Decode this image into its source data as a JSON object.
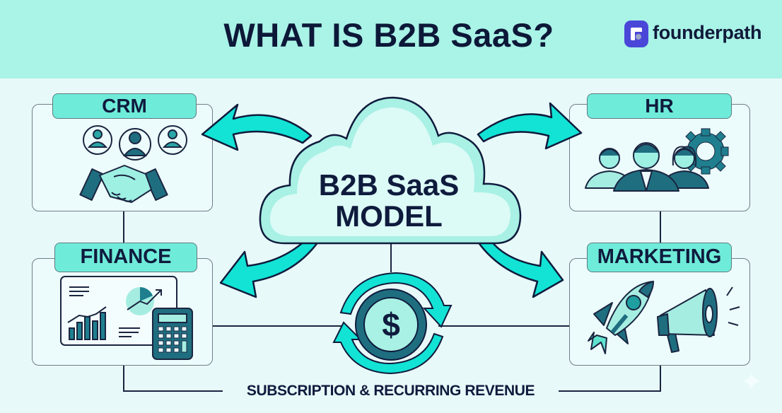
{
  "header": {
    "title": "WHAT IS B2B SaaS?",
    "brand": {
      "name": "founderpath",
      "logo_icon": "founderpath-logo-icon",
      "logo_color": "#4a47d8"
    },
    "background_color": "#a9f3e7"
  },
  "center": {
    "cloud_line1": "B2B SaaS",
    "cloud_line2": "MODEL",
    "cloud_icon": "cloud-icon",
    "revenue_icon": "dollar-cycle-icon"
  },
  "categories": [
    {
      "id": "crm",
      "label": "CRM",
      "icons": [
        "user-circle-icon",
        "user-circle-icon",
        "user-circle-icon",
        "handshake-icon"
      ]
    },
    {
      "id": "hr",
      "label": "HR",
      "icons": [
        "team-people-icon",
        "gear-icon"
      ]
    },
    {
      "id": "finance",
      "label": "FINANCE",
      "icons": [
        "report-chart-icon",
        "pie-chart-icon",
        "trend-arrow-icon",
        "calculator-icon"
      ]
    },
    {
      "id": "marketing",
      "label": "MARKETING",
      "icons": [
        "rocket-icon",
        "megaphone-icon"
      ]
    }
  ],
  "footer": {
    "caption": "SUBSCRIPTION & RECURRING REVENUE"
  },
  "colors": {
    "accent": "#14e0d2",
    "tab": "#6fecd9",
    "dark": "#0f1b3d",
    "teal_dark": "#1f6e80",
    "background": "#e8f9f9"
  }
}
